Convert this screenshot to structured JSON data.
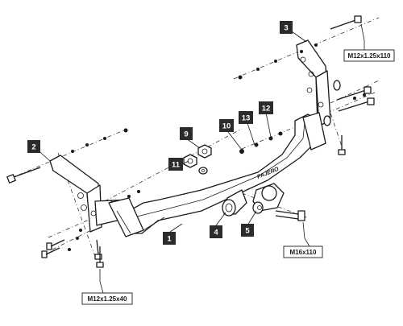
{
  "callouts": [
    {
      "num": "1"
    },
    {
      "num": "2"
    },
    {
      "num": "3"
    },
    {
      "num": "4"
    },
    {
      "num": "5"
    },
    {
      "num": "9"
    },
    {
      "num": "10"
    },
    {
      "num": "11"
    },
    {
      "num": "12"
    },
    {
      "num": "13"
    }
  ],
  "specs": {
    "bolt_right_bracket": "M12x1.25x110",
    "bolt_left_bracket": "M12x1.25x40",
    "ball_bolt": "M16x110"
  },
  "branding": {
    "crossbar_emboss": "PAJERO"
  }
}
